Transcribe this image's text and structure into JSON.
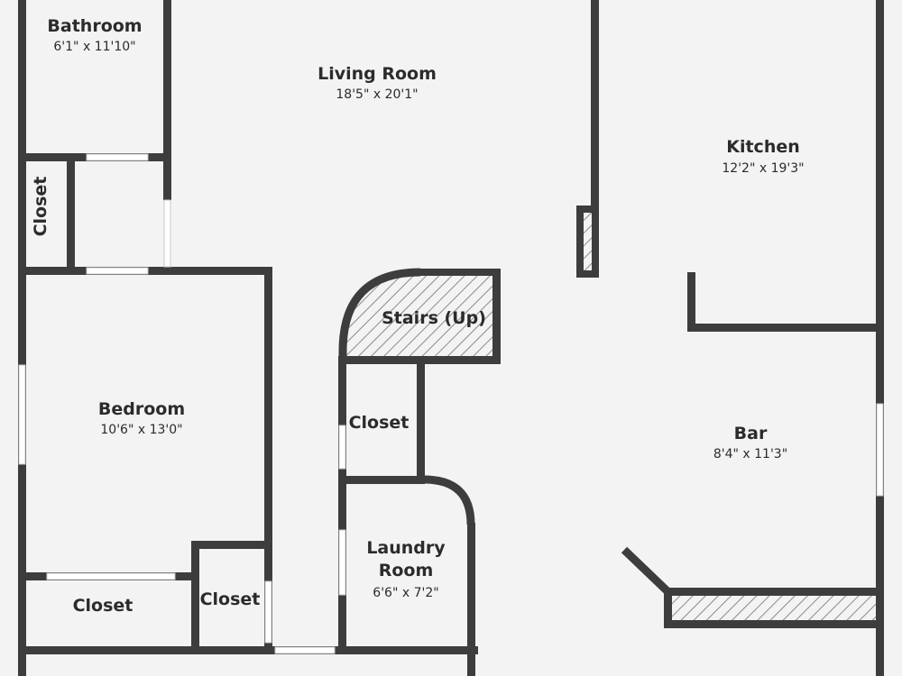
{
  "rooms": {
    "bathroom": {
      "name": "Bathroom",
      "dims": "6'1\" x 11'10\""
    },
    "living_room": {
      "name": "Living Room",
      "dims": "18'5\" x 20'1\""
    },
    "kitchen": {
      "name": "Kitchen",
      "dims": "12'2\" x 19'3\""
    },
    "closet_bath": {
      "name": "Closet"
    },
    "stairs": {
      "name": "Stairs (Up)"
    },
    "bedroom": {
      "name": "Bedroom",
      "dims": "10'6\" x 13'0\""
    },
    "closet_center": {
      "name": "Closet"
    },
    "bar": {
      "name": "Bar",
      "dims": "8'4\" x 11'3\""
    },
    "laundry": {
      "name_line1": "Laundry",
      "name_line2": "Room",
      "dims": "6'6\" x 7'2\""
    },
    "closet_bottom_left": {
      "name": "Closet"
    },
    "closet_bottom_mid": {
      "name": "Closet"
    }
  },
  "colors": {
    "background": "#f3f3f3",
    "wall": "#3d3d3d",
    "window": "#ffffff",
    "text": "#2b2b2b"
  }
}
